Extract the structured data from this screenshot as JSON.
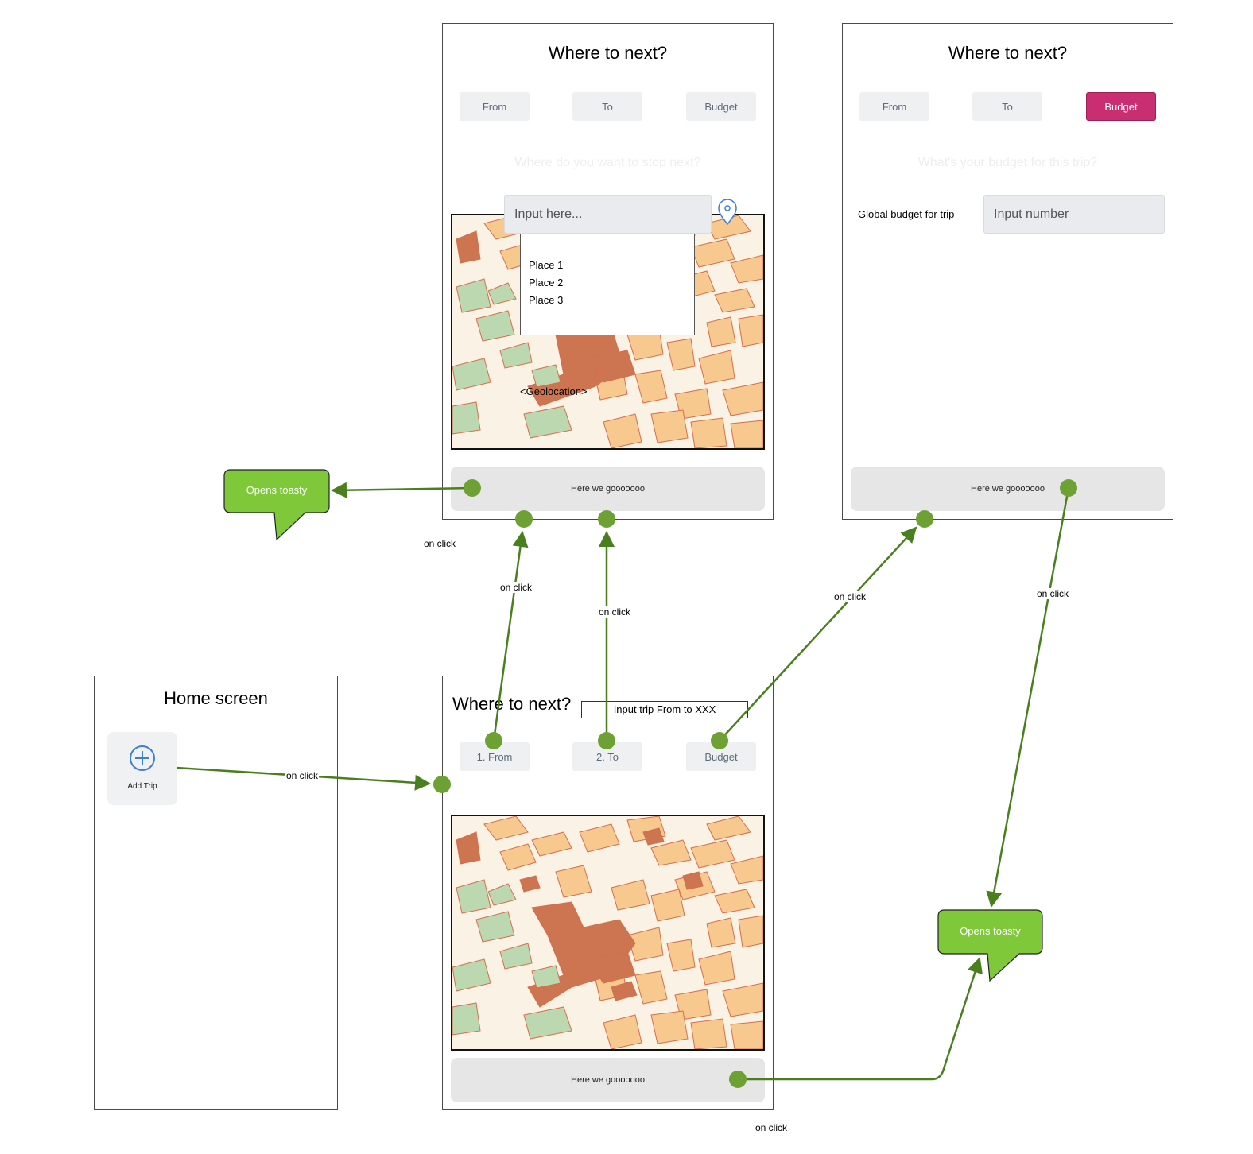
{
  "screen_top_left": {
    "title": "Where to next?",
    "tabs": [
      "From",
      "To",
      "Budget"
    ],
    "hint": "Where do you want to stop next?",
    "input_placeholder": "Input here...",
    "places": [
      "Place 1",
      "Place 2",
      "Place 3"
    ],
    "geolocation": "<Geolocation>",
    "go_button": "Here we gooooooo"
  },
  "screen_top_right": {
    "title": "Where to next?",
    "tabs": [
      "From",
      "To",
      "Budget"
    ],
    "active_tab": "Budget",
    "hint": "What's your budget for this trip?",
    "budget_label": "Global budget for trip",
    "input_placeholder": "Input number",
    "go_button": "Here we gooooooo"
  },
  "screen_home": {
    "title": "Home screen",
    "add_trip": "Add Trip"
  },
  "screen_bottom": {
    "title": "Where to next?",
    "trip_input": "Input trip From to XXX",
    "tabs": [
      "1. From",
      "2. To",
      "Budget"
    ],
    "go_button": "Here we gooooooo"
  },
  "toasts": [
    "Opens toasty",
    "Opens toasty"
  ],
  "edge_labels": [
    "on click",
    "on click",
    "on click",
    "on click",
    "on click",
    "on click",
    "on click"
  ],
  "colors": {
    "connector": "#4a7f1e",
    "node": "#6da133",
    "toast_fill": "#7fc83a",
    "active_tab": "#c92d72",
    "map_building": "#f7c98f",
    "map_dark": "#cc7550",
    "map_park": "#bcd8b0"
  },
  "icons": [
    "plus-circle-icon",
    "map-pin-icon"
  ]
}
